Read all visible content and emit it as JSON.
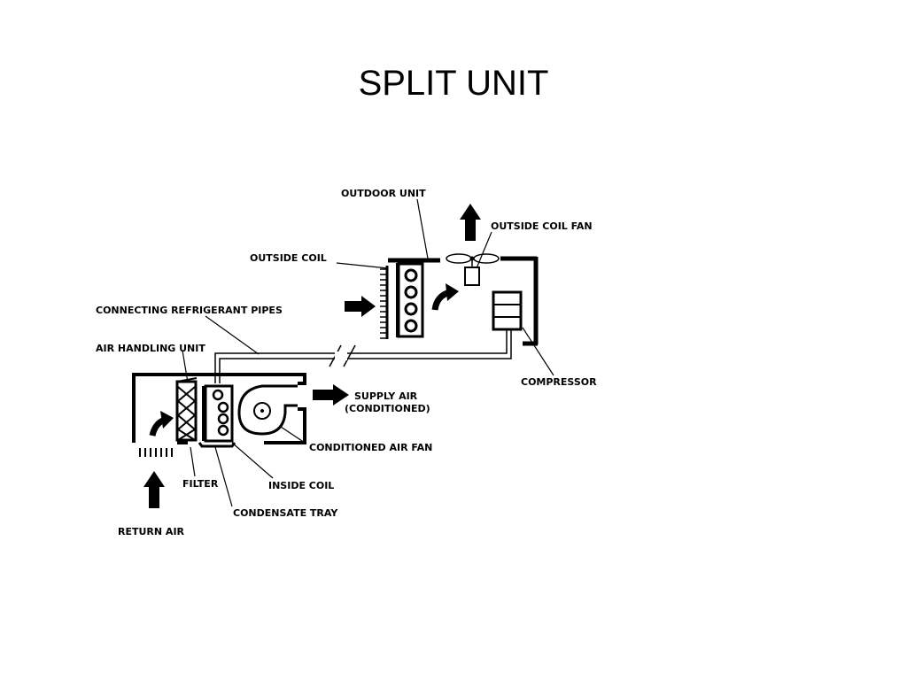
{
  "title": "SPLIT UNIT",
  "labels": {
    "outdoor_unit": "OUTDOOR UNIT",
    "outside_coil_fan": "OUTSIDE COIL FAN",
    "outside_coil": "OUTSIDE COIL",
    "connecting_pipes": "CONNECTING REFRIGERANT PIPES",
    "air_handling_unit": "AIR HANDLING UNIT",
    "supply_air_line1": "SUPPLY AIR",
    "supply_air_line2": "(CONDITIONED)",
    "compressor": "COMPRESSOR",
    "conditioned_air_fan": "CONDITIONED AIR FAN",
    "filter": "FILTER",
    "inside_coil": "INSIDE COIL",
    "condensate_tray": "CONDENSATE TRAY",
    "return_air": "RETURN AIR"
  },
  "colors": {
    "ink": "#000000",
    "background": "#ffffff"
  }
}
